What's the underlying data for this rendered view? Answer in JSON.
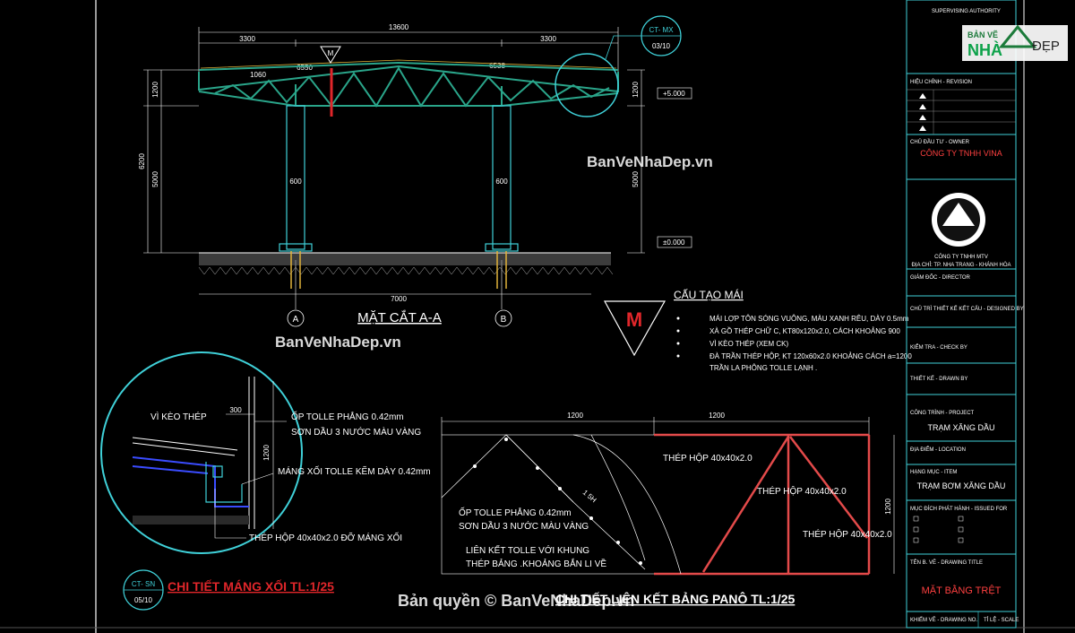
{
  "section": {
    "title": "MẶT CẮT A-A",
    "dims_top": [
      "13600",
      "3300",
      "3300"
    ],
    "dims_roof": [
      "1060",
      "6550",
      "6538"
    ],
    "dim_bottom": "7000",
    "dims_left": [
      "1200",
      "6200",
      "5000"
    ],
    "dims_right": [
      "1200",
      "5000"
    ],
    "column_width": "600",
    "level_top": "+5.000",
    "level_ground": "±0.000",
    "grid_a": "A",
    "grid_b": "B",
    "section_mark": "M",
    "callout_top": "CT- MX",
    "callout_bottom": "03/10"
  },
  "roof_spec": {
    "title": "CẤU TẠO MÁI",
    "mark": "M",
    "items": [
      "MÁI LỢP TÔN SÓNG VUÔNG, MÀU XANH RÊU, DÀY 0.5mm",
      "XÀ GỒ THÉP CHỮ C, KT80x120x2.0, CÁCH KHOẢNG 900",
      "VÌ KÈO THÉP (XEM CK)",
      "ĐÀ TRẦN THÉP HỘP, KT 120x60x2.0 KHOẢNG CÁCH a=1200",
      "TRẦN LA PHÔNG TOLLE LẠNH ."
    ]
  },
  "gutter_detail": {
    "label_truss": "VÌ KÈO THÉP",
    "dim_300": "300",
    "dim_1200": "1200",
    "note1": "ỐP TOLLE PHẲNG 0.42mm",
    "note2": "SƠN DẦU 3 NƯỚC MÀU VÀNG",
    "note3": "MÁNG XỐI TOLLE KẼM DÀY 0.42mm",
    "note4": "THÉP HỘP 40x40x2.0 ĐỠ MÁNG XỐI",
    "title": "CHI TIẾT MÁNG XỐI TL:1/25",
    "callout_top": "CT- SN",
    "callout_bottom": "05/10"
  },
  "panel_detail": {
    "dim1": "1200",
    "dim2": "1200",
    "dim_right": "1200",
    "dim_diag": "1 5H",
    "steel1": "THÉP HỘP 40x40x2.0",
    "steel2": "THÉP HỘP 40x40x2.0",
    "steel3": "THÉP HỘP 40x40x2.0",
    "note1": "ỐP TOLLE PHẲNG 0.42mm",
    "note2": "SƠN DẦU 3 NƯỚC MÀU VÀNG",
    "note3": "LIÊN KẾT TOLLE VỚI KHUNG",
    "note4": "THÉP BẢNG .KHOẢNG BẮN LI VỀ",
    "title": "CHI TIẾT LIÊN KẾT BẢNG PANÔ TL:1/25"
  },
  "title_block": {
    "header": "SUPERVISING AUTHORITY",
    "revision": "HIỆU CHỈNH - REVISION",
    "owner_label": "CHỦ ĐẦU TƯ - OWNER",
    "owner": "CÔNG TY TNHH VINA",
    "company": "CÔNG TY TNHH MTV",
    "address": "ĐỊA CHỈ: TP. NHA TRANG - KHÁNH HÒA",
    "director": "GIÁM ĐỐC - DIRECTOR",
    "designer": "CHỦ TRÌ THIẾT KẾ KẾT CẤU - DESIGNED BY",
    "checker": "KIỂM TRA - CHECK BY",
    "drawer": "THIẾT KẾ - DRAWN BY",
    "project_label": "CÔNG TRÌNH - PROJECT",
    "project": "TRẠM XĂNG DẦU",
    "location_label": "ĐỊA ĐIỂM - LOCATION",
    "item_label": "HẠNG MỤC - ITEM",
    "item": "TRẠM BƠM XĂNG DẦU",
    "issue_label": "MỤC ĐÍCH PHÁT HÀNH - ISSUED FOR",
    "drawing_label": "TÊN B. VẼ - DRAWING TITLE",
    "drawing_title": "MẶT BẰNG TRỆT",
    "drawing_no": "KHIẾM VẼ - DRAWING NO.",
    "scale": "TỈ LỆ - SCALE"
  },
  "logo": {
    "part1": "BẢN VẼ",
    "part2": "NHÀ",
    "part3": "ĐẸP"
  },
  "watermarks": {
    "w1": "BanVeNhaDep.vn",
    "w2": "BanVeNhaDep.vn",
    "copyright": "Bản quyền © BanVeNhaDep.vn"
  },
  "colors": {
    "background": "#000000",
    "steel": "#2aa58a",
    "red": "#e0262a",
    "cyan": "#3fd0d8",
    "dimension": "#ffffff"
  }
}
